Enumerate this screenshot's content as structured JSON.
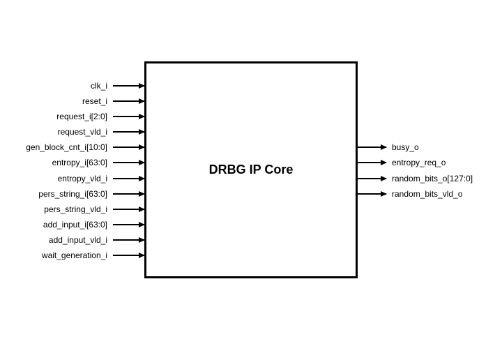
{
  "diagram": {
    "title": "DRBG IP Core",
    "colors": {
      "line": "#000000",
      "background": "#ffffff"
    },
    "inputs": [
      "clk_i",
      "reset_i",
      "request_i[2:0]",
      "request_vld_i",
      "gen_block_cnt_i[10:0]",
      "entropy_i[63:0]",
      "entropy_vld_i",
      "pers_string_i[63:0]",
      "pers_string_vld_i",
      "add_input_i[63:0]",
      "add_input_vld_i",
      "wait_generation_i"
    ],
    "outputs": [
      "busy_o",
      "entropy_req_o",
      "random_bits_o[127:0]",
      "random_bits_vld_o"
    ]
  }
}
